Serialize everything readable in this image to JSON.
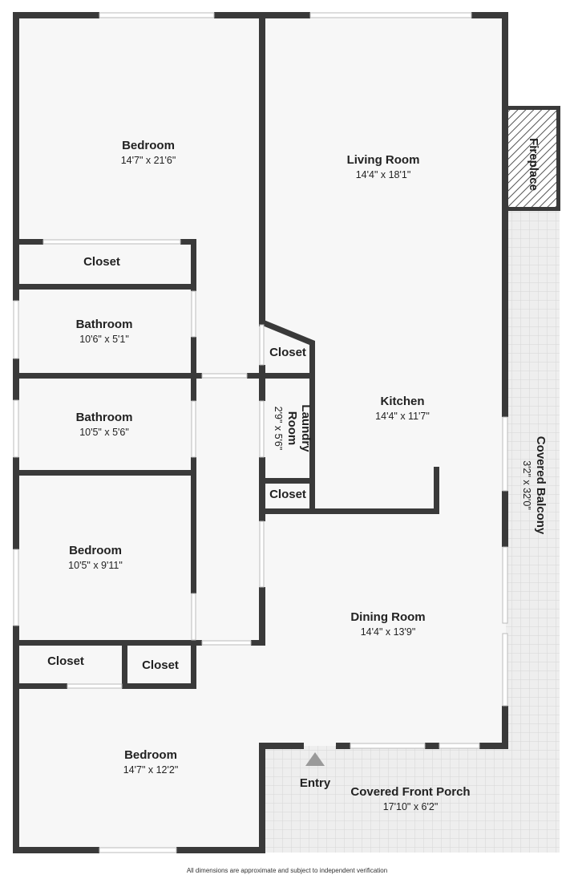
{
  "rooms": {
    "bedroom_top": {
      "name": "Bedroom",
      "dims": "14'7\" x 21'6\""
    },
    "living_room": {
      "name": "Living Room",
      "dims": "14'4\" x 18'1\""
    },
    "fireplace": {
      "name": "Fireplace"
    },
    "closet_top": {
      "name": "Closet"
    },
    "bathroom_1": {
      "name": "Bathroom",
      "dims": "10'6\" x 5'1\""
    },
    "closet_hall": {
      "name": "Closet"
    },
    "bathroom_2": {
      "name": "Bathroom",
      "dims": "10'5\" x 5'6\""
    },
    "laundry": {
      "name_line1": "Laundry",
      "name_line2": "Room",
      "dims": "2'9\" x 5'6\""
    },
    "kitchen": {
      "name": "Kitchen",
      "dims": "14'4\" x 11'7\""
    },
    "closet_laundry": {
      "name": "Closet"
    },
    "covered_balcony": {
      "name": "Covered Balcony",
      "dims": "3'2\" x 32'0\""
    },
    "bedroom_mid": {
      "name": "Bedroom",
      "dims": "10'5\" x 9'11\""
    },
    "dining_room": {
      "name": "Dining Room",
      "dims": "14'4\" x 13'9\""
    },
    "closet_left": {
      "name": "Closet"
    },
    "closet_right": {
      "name": "Closet"
    },
    "bedroom_bottom": {
      "name": "Bedroom",
      "dims": "14'7\" x 12'2\""
    },
    "entry": {
      "name": "Entry"
    },
    "front_porch": {
      "name": "Covered Front Porch",
      "dims": "17'10\" x 6'2\""
    }
  },
  "colors": {
    "wall": "#3a3a3a",
    "floor": "#f7f7f7",
    "porch": "#eeeeee",
    "window": "#dddddd"
  },
  "footnote": "All dimensions are approximate and subject to independent verification"
}
